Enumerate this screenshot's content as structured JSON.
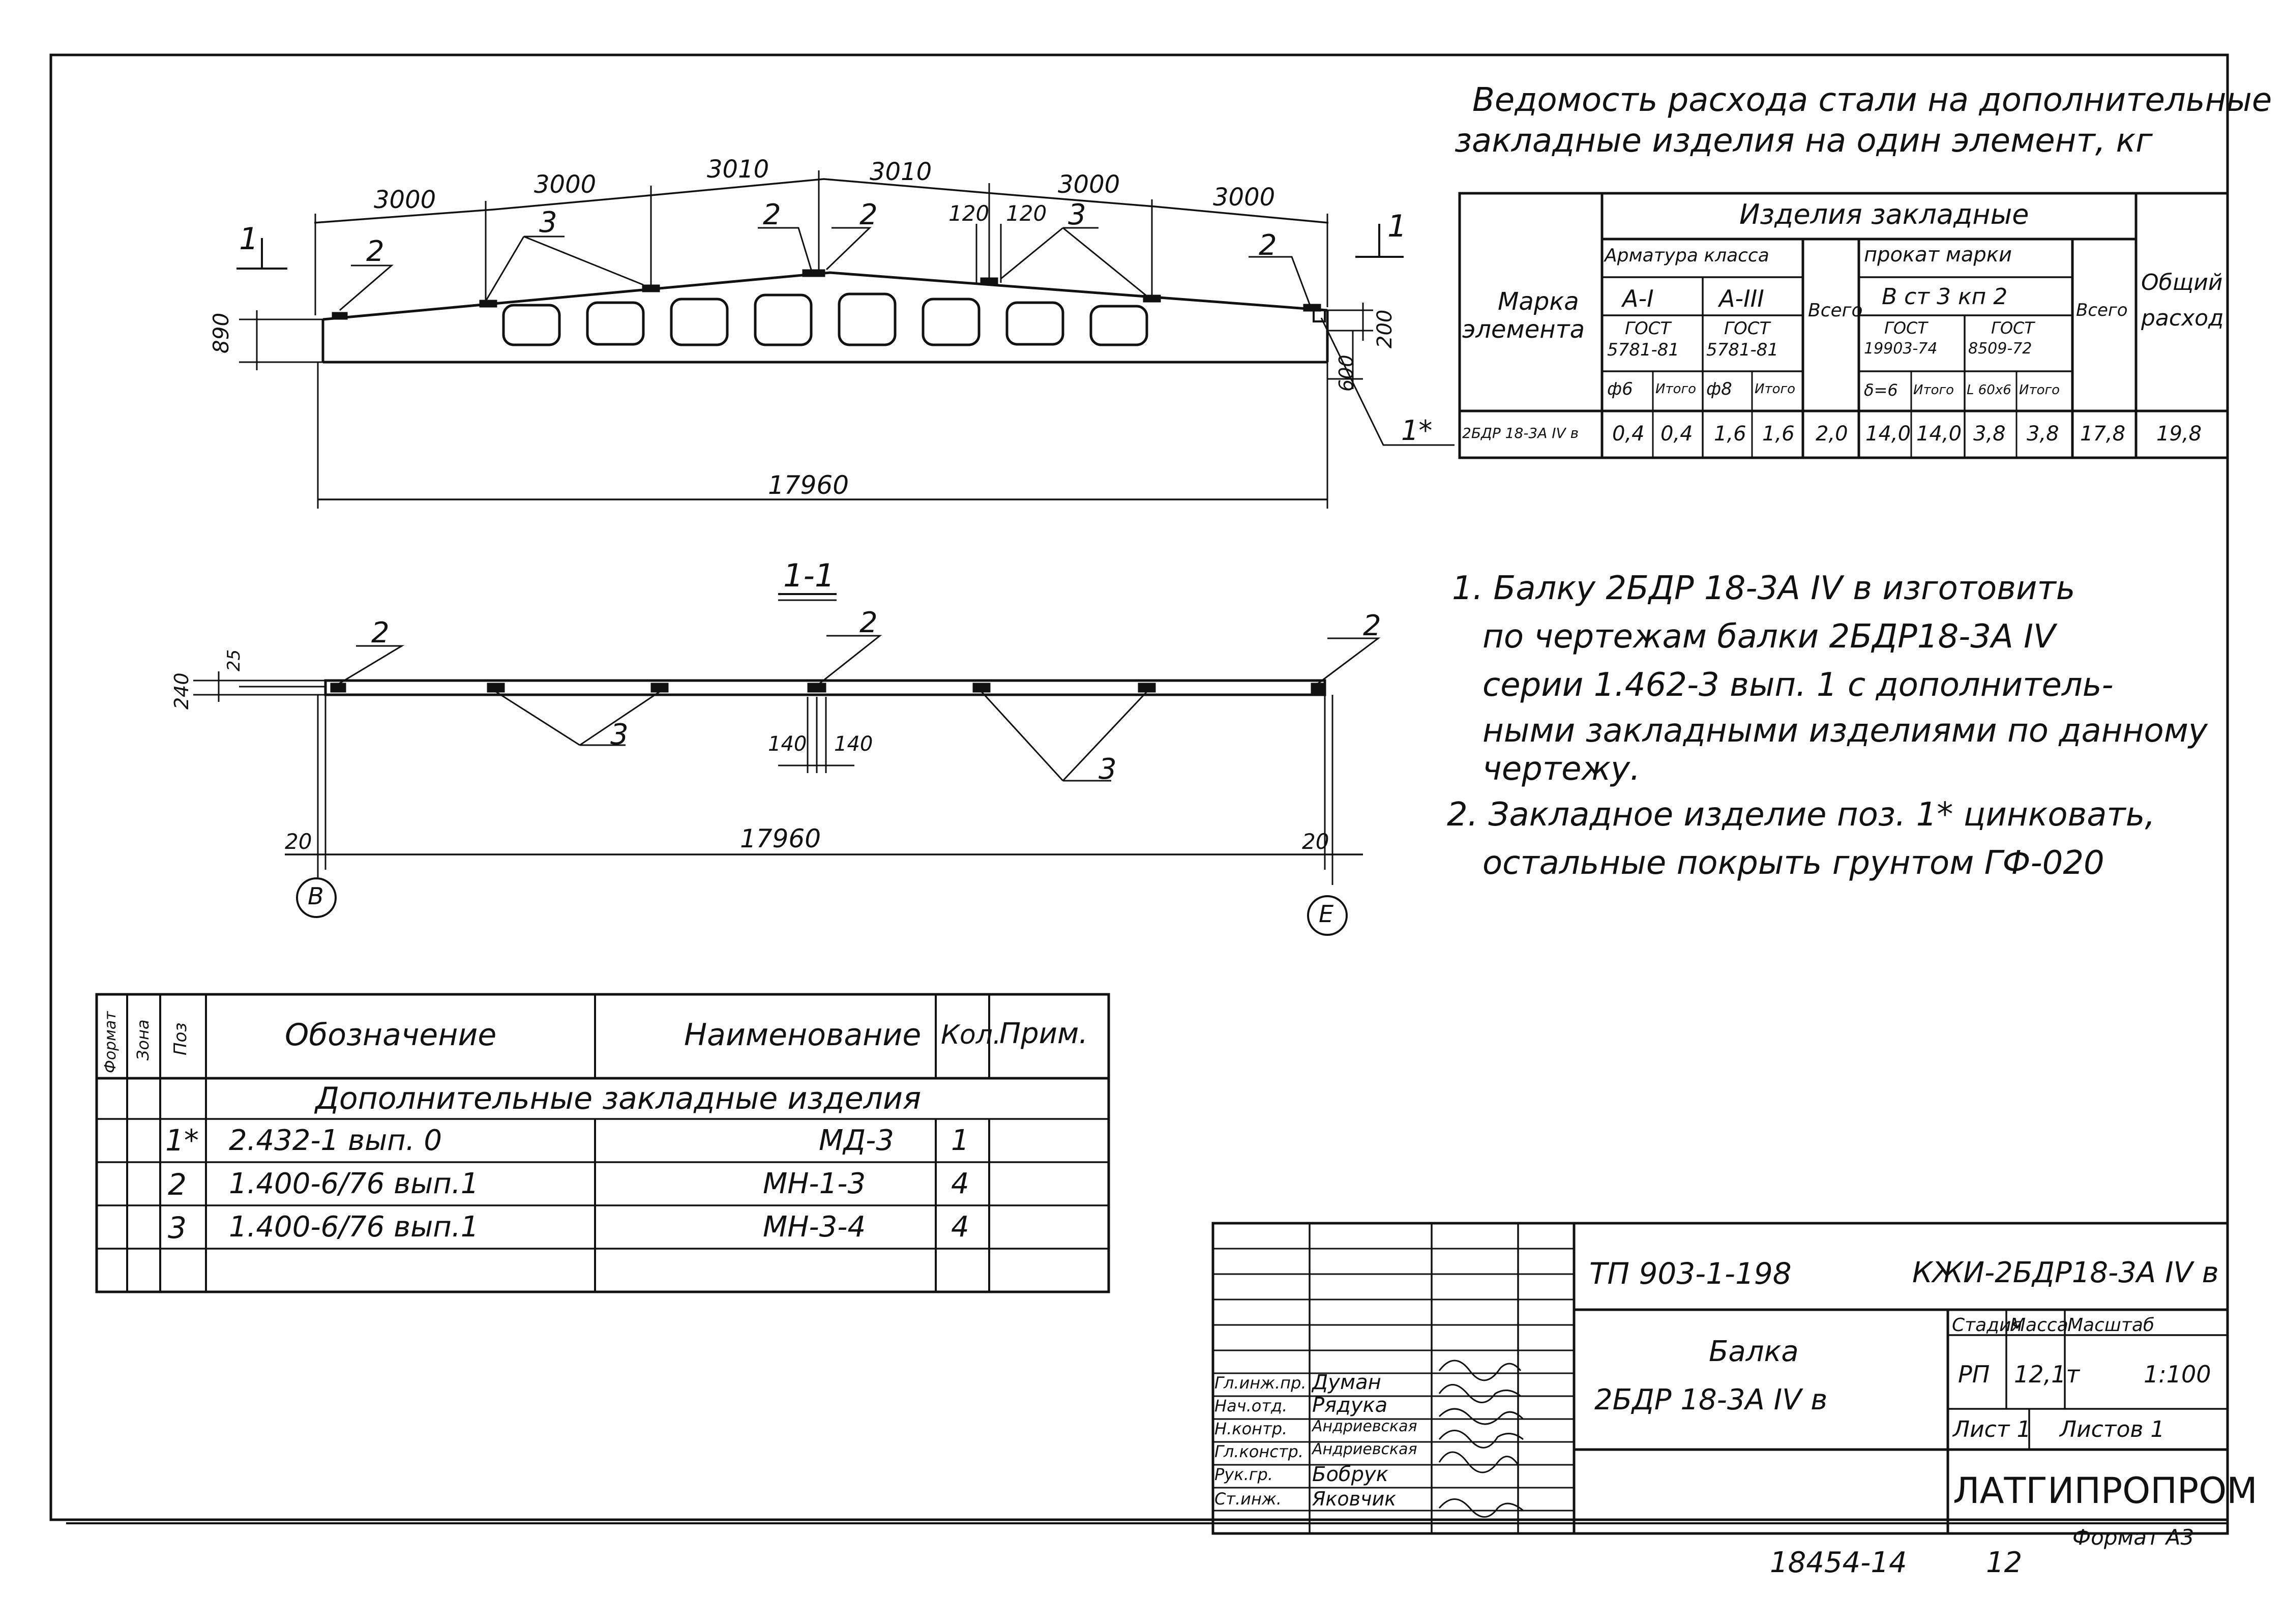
{
  "steel_table": {
    "title_line1": "Ведомость расхода стали на дополнительные",
    "title_line2": "закладные изделия на один элемент, кг",
    "h_mark": [
      "Марка",
      "элемента"
    ],
    "h_items": "Изделия закладные",
    "h_armatura": "Арматура класса",
    "h_a1": "A-I",
    "h_a3": "A-III",
    "h_gost1": [
      "ГОСТ",
      "5781-81"
    ],
    "h_gost2": [
      "ГОСТ",
      "5781-81"
    ],
    "h_phi6": "ф6",
    "h_itogo1": "Итого",
    "h_phi8": "ф8",
    "h_itogo2": "Итого",
    "h_vsego1": "Всего",
    "h_prokat": "прокат марки",
    "h_steel": "В ст 3 кп 2",
    "h_gost3": [
      "ГОСТ",
      "19903-74"
    ],
    "h_gost4": [
      "ГОСТ",
      "8509-72"
    ],
    "h_d6": "δ=6",
    "h_itogo3": "Итого",
    "h_L": "L 60х6",
    "h_itogo4": "Итого",
    "h_vsego2": "Всего",
    "h_total": [
      "Общий",
      "расход"
    ],
    "row": [
      "2БДР 18-3А IV в",
      "0,4",
      "0,4",
      "1,6",
      "1,6",
      "2,0",
      "14,0",
      "14,0",
      "3,8",
      "3,8",
      "17,8",
      "19,8"
    ]
  },
  "drawing": {
    "top_dims": [
      "3000",
      "3000",
      "3010",
      "3010",
      "3000",
      "3000"
    ],
    "dim_120a": "120",
    "dim_120b": "120",
    "dim_890": "890",
    "dim_200": "200",
    "dim_600": "600",
    "dim_17960_top": "17960",
    "section_mark": "1",
    "section_title": "1-1",
    "labels_top": [
      "2",
      "3",
      "2",
      "2",
      "3",
      "2",
      "1*"
    ],
    "labels_sec": [
      "2",
      "2",
      "2",
      "3",
      "3"
    ],
    "dim_240": "240",
    "dim_25": "25",
    "dim_140a": "140",
    "dim_140b": "140",
    "dim_20a": "20",
    "dim_20b": "20",
    "dim_17960_sec": "17960",
    "axis_left": "В",
    "axis_right": "Е"
  },
  "notes": [
    "1. Балку 2БДР 18-3А IV в изготовить",
    "по чертежам балки 2БДР18-3А IV",
    "серии 1.462-3 вып. 1 с дополнитель-",
    "ными закладными изделиями по данному",
    "чертежу.",
    "2. Закладное изделие поз. 1* цинковать,",
    "остальные покрыть грунтом ГФ-020"
  ],
  "spec": {
    "h_format": "Формат",
    "h_zone": "Зона",
    "h_pos": "Поз",
    "h_designation": "Обозначение",
    "h_name": "Наименование",
    "h_qty": "Кол.",
    "h_note": "Прим.",
    "section_title": "Дополнительные закладные изделия",
    "rows": [
      {
        "pos": "1*",
        "designation": "2.432-1 вып. 0",
        "name": "МД-3",
        "qty": "1"
      },
      {
        "pos": "2",
        "designation": "1.400-6/76 вып.1",
        "name": "МН-1-3",
        "qty": "4"
      },
      {
        "pos": "3",
        "designation": "1.400-6/76 вып.1",
        "name": "МН-3-4",
        "qty": "4"
      }
    ]
  },
  "stamp": {
    "code": "ТП 903-1-198",
    "sheet_code": "КЖИ-2БДР18-3А IV в",
    "title_line1": "Балка",
    "title_line2": "2БДР 18-3А IV в",
    "stage_h": "Стадия",
    "mass_h": "Масса",
    "scale_h": "Масштаб",
    "stage": "РП",
    "mass": "12,1т",
    "scale": "1:100",
    "sheet_h": "Лист 1",
    "sheets_h": "Листов 1",
    "org": "ЛАТГИПРОПРОМ",
    "people": [
      {
        "role": "Гл.инж.пр.",
        "name": "Думан"
      },
      {
        "role": "Нач.отд.",
        "name": "Рядука"
      },
      {
        "role": "Н.контр.",
        "name": "Андриевская"
      },
      {
        "role": "Гл.констр.",
        "name": "Андриевская"
      },
      {
        "role": "Рук.гр.",
        "name": "Бобрук"
      },
      {
        "role": "Ст.инж.",
        "name": "Яковчик"
      }
    ]
  },
  "footer": {
    "archive": "18454-14",
    "page": "12",
    "format": "Формат А3"
  }
}
